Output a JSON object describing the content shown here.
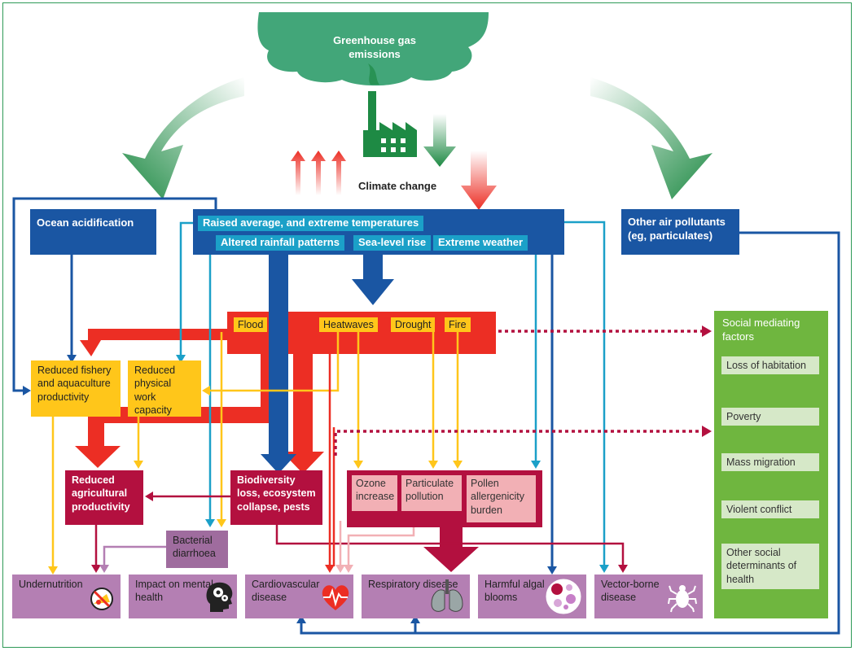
{
  "colors": {
    "blue": "#1a56a3",
    "cyan": "#1ba0c8",
    "red": "#ec2e24",
    "yellow": "#ffc61a",
    "crimson": "#b3103f",
    "mauve": "#b47fb3",
    "green": "#6fb63f",
    "dark_green": "#1e8a44"
  },
  "top": {
    "cloud_label": "Greenhouse gas emissions",
    "climate_change": "Climate change"
  },
  "drivers": {
    "ocean_acidification": "Ocean acidification",
    "temperatures": "Raised average, and extreme temperatures",
    "rainfall": "Altered rainfall patterns",
    "sea_level": "Sea-level rise",
    "extreme_weather": "Extreme weather",
    "air_pollutants": "Other air pollutants (eg, particulates)"
  },
  "hazards": {
    "flood": "Flood",
    "heatwaves": "Heatwaves",
    "drought": "Drought",
    "fire": "Fire"
  },
  "intermediate": {
    "fishery": "Reduced fishery and aquaculture productivity",
    "work_capacity": "Reduced physical work capacity",
    "agriculture": "Reduced agricultural productivity",
    "biodiversity": "Biodiversity loss, ecosystem collapse, pests",
    "ozone": "Ozone increase",
    "particulate": "Particulate pollution",
    "pollen": "Pollen allergenicity burden",
    "bacterial": "Bacterial diarrhoea"
  },
  "outcomes": {
    "undernutrition": "Undernutrition",
    "mental_health": "Impact on mental health",
    "cardiovascular": "Cardiovascular disease",
    "respiratory": "Respiratory disease",
    "algal": "Harmful algal blooms",
    "vector": "Vector-borne disease"
  },
  "social": {
    "title": "Social mediating factors",
    "items": [
      "Loss of habitation",
      "Poverty",
      "Mass migration",
      "Violent conflict",
      "Other social determinants of health"
    ]
  }
}
